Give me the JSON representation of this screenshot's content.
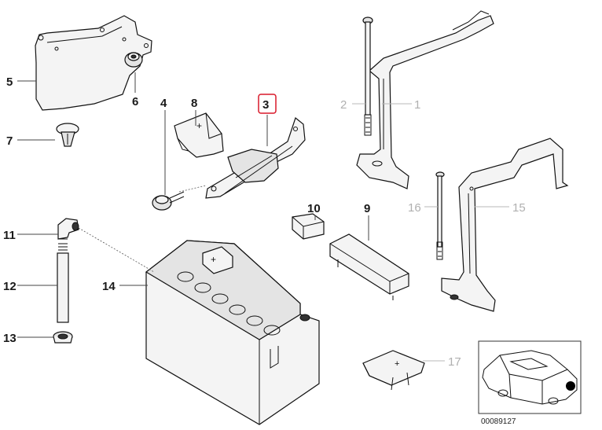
{
  "callouts": [
    {
      "id": "1",
      "text": "1",
      "style": "gray"
    },
    {
      "id": "2",
      "text": "2",
      "style": "gray"
    },
    {
      "id": "3",
      "text": "3",
      "style": "highlight"
    },
    {
      "id": "4",
      "text": "4",
      "style": "normal"
    },
    {
      "id": "5",
      "text": "5",
      "style": "normal"
    },
    {
      "id": "6",
      "text": "6",
      "style": "normal"
    },
    {
      "id": "7",
      "text": "7",
      "style": "normal"
    },
    {
      "id": "8",
      "text": "8",
      "style": "normal"
    },
    {
      "id": "9",
      "text": "9",
      "style": "normal"
    },
    {
      "id": "10",
      "text": "10",
      "style": "normal"
    },
    {
      "id": "11",
      "text": "11",
      "style": "normal"
    },
    {
      "id": "12",
      "text": "12",
      "style": "normal"
    },
    {
      "id": "13",
      "text": "13",
      "style": "normal"
    },
    {
      "id": "14",
      "text": "14",
      "style": "normal"
    },
    {
      "id": "15",
      "text": "15",
      "style": "gray"
    },
    {
      "id": "16",
      "text": "16",
      "style": "gray"
    },
    {
      "id": "17",
      "text": "17",
      "style": "gray"
    }
  ],
  "reference_number": "00089127",
  "colors": {
    "highlight_box": "#d9192a",
    "ink": "#1a1a1a",
    "gray_label": "#b0b0b0"
  }
}
